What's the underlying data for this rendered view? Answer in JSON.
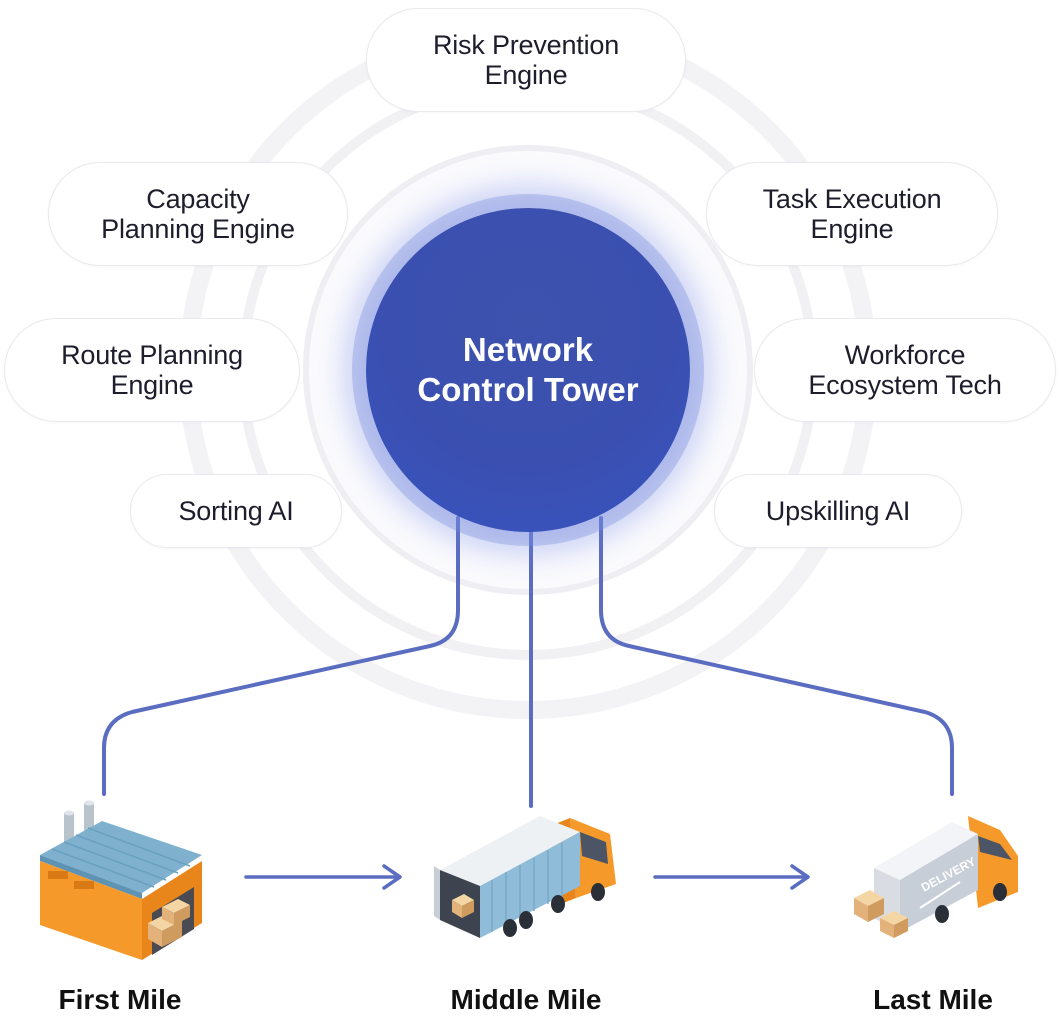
{
  "center": {
    "line1": "Network",
    "line2": "Control Tower"
  },
  "engines": {
    "risk": {
      "line1": "Risk Prevention",
      "line2": "Engine"
    },
    "capacity": {
      "line1": "Capacity",
      "line2": "Planning Engine"
    },
    "task": {
      "line1": "Task Execution",
      "line2": "Engine"
    },
    "route": {
      "line1": "Route Planning",
      "line2": "Engine"
    },
    "workforce": {
      "line1": "Workforce",
      "line2": "Ecosystem Tech"
    },
    "sorting": {
      "line1": "Sorting AI"
    },
    "upskilling": {
      "line1": "Upskilling AI"
    }
  },
  "stages": {
    "first": "First Mile",
    "middle": "Middle Mile",
    "last": "Last Mile"
  },
  "truck_text": "DELIVERY",
  "colors": {
    "tower": "#3b50b0",
    "connector": "#5a6dc0",
    "orange": "#f59a2a",
    "roof_blue": "#7fb1cf"
  }
}
